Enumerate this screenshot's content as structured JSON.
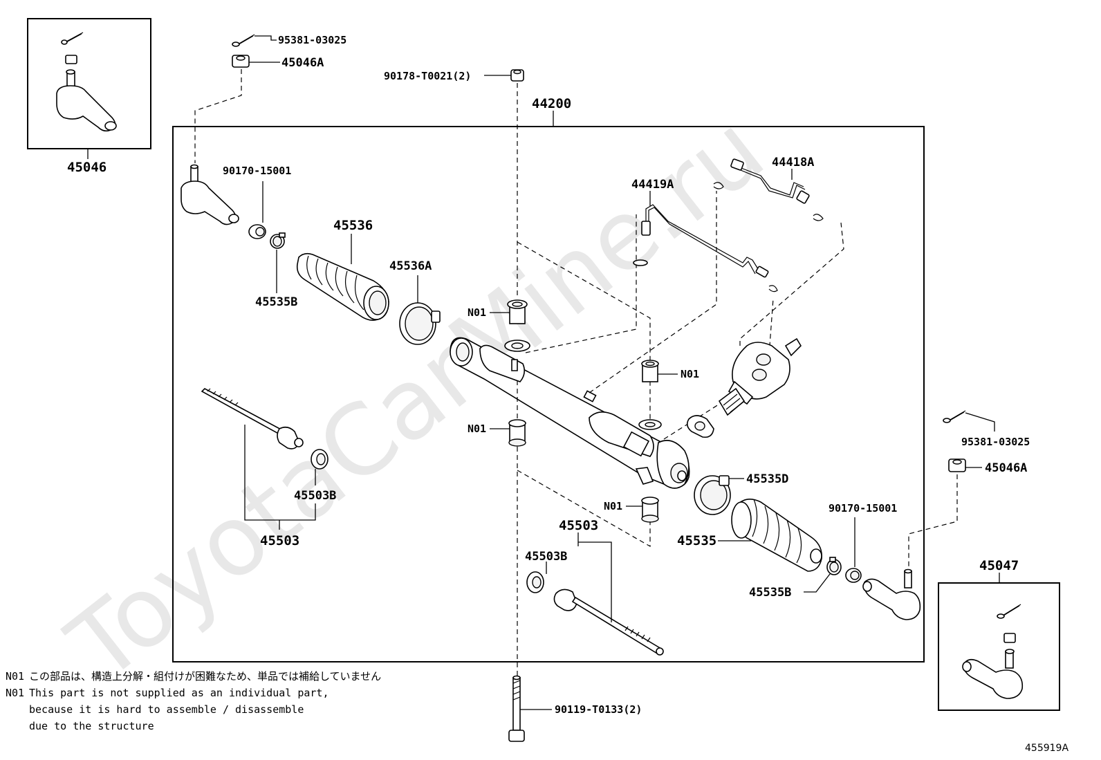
{
  "watermark": "ToyotaCarMine.ru",
  "diagram_code": "455919A",
  "assembly_label": "44200",
  "labels": {
    "cotter_top": "95381-03025",
    "nut_top": "45046A",
    "nut_bolt_top": "90178-T0021(2)",
    "tie_end_box_left": "45046",
    "ring_left": "90170-15001",
    "boot_left": "45536",
    "clamp_left_big": "45536A",
    "clamp_left_small": "45535B",
    "tube_a": "44419A",
    "tube_b": "44418A",
    "n01_1": "N01",
    "n01_2": "N01",
    "n01_3": "N01",
    "n01_4": "N01",
    "washer_left": "45503B",
    "rod_left": "45503",
    "cotter_right": "95381-03025",
    "nut_right": "45046A",
    "clamp_right_big": "45535D",
    "ring_right": "90170-15001",
    "boot_right": "45535",
    "clamp_right_small": "45535B",
    "rod_right": "45503",
    "washer_right": "45503B",
    "tie_end_box_right": "45047",
    "bolt_bottom": "90119-T0133(2)"
  },
  "notes": {
    "code": "N01",
    "jp_line": "この部品は、構造上分解・組付けが困難なため、単品では補給していません",
    "en_line_1": "This part is not supplied as an individual part,",
    "en_line_2": "because it is hard to assemble / disassemble",
    "en_line_3": "due to the structure"
  }
}
